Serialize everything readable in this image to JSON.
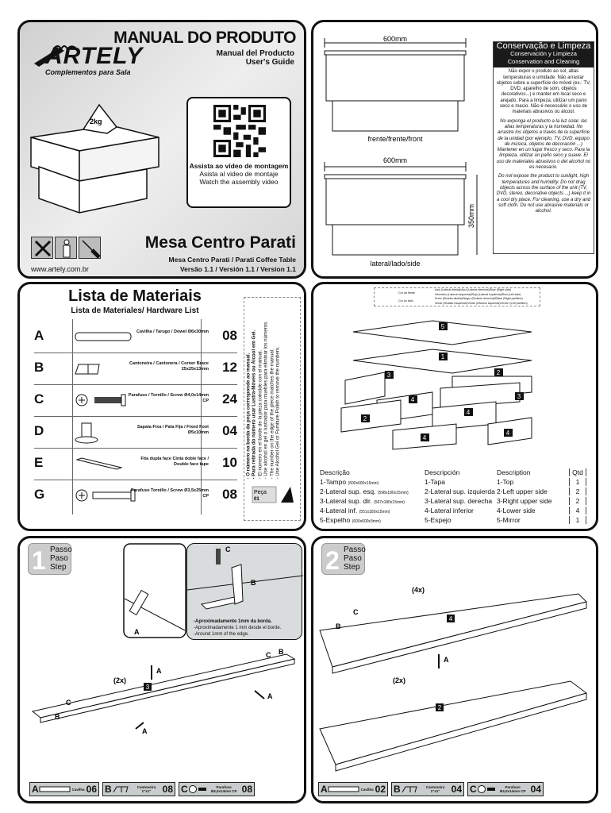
{
  "header": {
    "brand": "ARTELY",
    "brand_tagline": "Complementos para Sala",
    "title": "MANUAL DO PRODUTO",
    "subtitle_es": "Manual del Producto",
    "subtitle_en": "User's Guide",
    "weight_label": "2kg",
    "qr": {
      "pt": "Assista ao vídeo de montagem",
      "es": "Asista al video de montaje",
      "en": "Watch the assembly video"
    },
    "product_name": "Mesa Centro Parati",
    "product_subtitle": "Mesa Centro Parati / Parati Coffee Table",
    "version": "Versão 1.1 / Versión 1.1 / Version 1.1",
    "website": "www.artely.com.br"
  },
  "dimensions": {
    "width_front": "600mm",
    "front_label": "frente/frente/front",
    "width_side": "600mm",
    "height": "350mm",
    "side_label": "lateral/lado/side"
  },
  "care": {
    "title_pt": "Conservação e Limpeza",
    "title_es": "Conservación y Limpieza",
    "title_en": "Conservation and Cleaning",
    "text_pt": "Não expor o produto ao sol, altas temperaturas e umidade. Não arrastar objetos sobre a superfície do móvel (ex.: TV, DVD, aparelho de som, objetos decorativos...) e manter em local seco e arejado. Para a limpeza, utilizar um pano seco e macio. Não é necessário o uso de materiais abrasivos ou álcool.",
    "text_es": "No exponga el producto a la luz solar, las altas temperaturas y la humedad. No arrastre los objetos a través de la superficie de la unidad (por ejemplo, TV, DVD, equipo de música, objetos de decoración ...) Mantener en un lugar fresco y seco. Para la limpieza, utilizar un paño seco y suave. El uso de materiales abrasivos o del alcohol no es necesario.",
    "text_en": "Do not expose the product to sunlight, high temperatures and humidity. Do not drag objects across the surface of the unit (TV, DVD, stereo, decorative objects ...) keep it in a cool dry place. For cleaning, use a dry and soft cloth. Do not use abrasive materials or alcohol."
  },
  "hardware": {
    "title": "Lista de Materiais",
    "subtitle": "Lista de Materiales/ Hardware List",
    "items": [
      {
        "letter": "A",
        "desc": "Cavilha / Tarugo / Dowel Ø6x30mm",
        "qty": "08"
      },
      {
        "letter": "B",
        "desc": "Cantoneira / Cantonera / Corner Brace 25x25x13mm",
        "qty": "12"
      },
      {
        "letter": "C",
        "desc": "Parafuso / Tornillo / Screw Ø4,0x14mm CP",
        "qty": "24"
      },
      {
        "letter": "D",
        "desc": "Sapata Fixa / Pata Fija / Fixed Foot Ø5x10mm",
        "qty": "04"
      },
      {
        "letter": "E",
        "desc": "Fita dupla face Cinta doble face / Double face tape",
        "qty": "10"
      },
      {
        "letter": "G",
        "desc": "Parafuso Tornillo / Screw Ø3,5x25mm CP",
        "qty": "08"
      }
    ],
    "note": [
      "- O número na borda da peça corresponde ao manual.",
      "- Para retirada do número usar Lustra-Móveis ou Álcool em Gel.",
      "- El número en el borde de la pieza coincide con el manual.",
      "- Use alcohol en gel o lustrador para muebles para eliminar los números.",
      "- The number on the edge of the piece matches the manual.",
      "- Use Alcohol Gel or Furniture Polish to remove the numbers."
    ],
    "note_piece": "Peça",
    "note_piece_num": "01"
  },
  "parts": {
    "legend": {
      "front": "Cor da frente",
      "side": "Cor do lado",
      "lines": [
        "Azul (Lateral direita)/Azul (Lateral derecha)/Blue (Right side)",
        "Vermelho (Lateral esquerda)/Rojo (Lateral izquierda)/Red (Left side)",
        "Preto (Divisão direita)/Negro (División derecha)/Black (Right partition)",
        "Verde (Divisão esquerda)/Verde (División izquierda)/Green (Left partition)"
      ]
    },
    "labels": [
      "5",
      "1",
      "3",
      "2",
      "3",
      "4",
      "4",
      "2",
      "4",
      "4"
    ],
    "headers": [
      "Descrição",
      "Descripción",
      "Description",
      "Qtd"
    ],
    "rows": [
      {
        "pt": "1-Tampo",
        "size": "(600x600x15mm)",
        "es": "1-Tapa",
        "en": "1-Top",
        "qty": "1"
      },
      {
        "pt": "2-Lateral sup. esq.",
        "size": "(598x180x15mm)",
        "es": "2-Lateral sup. izquierda",
        "en": "2-Left upper side",
        "qty": "2"
      },
      {
        "pt": "3-Lateral sup. dir.",
        "size": "(567x180x15mm)",
        "es": "3-Lateral sup. derecha",
        "en": "3-Right upper side",
        "qty": "2"
      },
      {
        "pt": "4-Lateral inf.",
        "size": "(551x180x15mm)",
        "es": "4-Lateral inferior",
        "en": "4-Lower side",
        "qty": "4"
      },
      {
        "pt": "5-Espelho",
        "size": "(600x600x3mm)",
        "es": "5-Espejo",
        "en": "5-Mirror",
        "qty": "1"
      }
    ]
  },
  "step1": {
    "num": "1",
    "pt": "Passo",
    "es": "Paso",
    "en": "Step",
    "labels": {
      "a": "A",
      "b": "B",
      "c": "C",
      "mult": "(2x)",
      "part": "3"
    },
    "note": [
      "-Aproximadamente 1mm da borda.",
      "-Aproximadamente 1 mm desde el borde.",
      "-Around 1mm of the edge."
    ],
    "strip": [
      {
        "letter": "A",
        "name": "Cavilha",
        "qty": "06"
      },
      {
        "letter": "B",
        "name": "Cantoneira 1\"x1\"",
        "qty": "08"
      },
      {
        "letter": "C",
        "name": "Parafuso Ø4,0x14mm CP",
        "qty": "08"
      }
    ]
  },
  "step2": {
    "num": "2",
    "pt": "Passo",
    "es": "Paso",
    "en": "Step",
    "labels": {
      "a": "A",
      "b": "B",
      "c": "C",
      "mult_top": "(4x)",
      "part_top": "4",
      "mult_bottom": "(2x)",
      "part_bottom": "2"
    },
    "strip": [
      {
        "letter": "A",
        "name": "Cavilha",
        "qty": "02"
      },
      {
        "letter": "B",
        "name": "Cantoneira 1\"x1\"",
        "qty": "04"
      },
      {
        "letter": "C",
        "name": "Parafuso Ø4,0x14mm CP",
        "qty": "04"
      }
    ]
  }
}
